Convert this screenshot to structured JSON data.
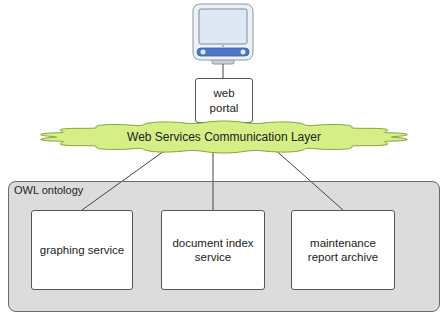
{
  "diagram": {
    "nodes": [
      {
        "text": [
          "web portal"
        ]
      },
      {
        "text": [
          "Web Services Communication Layer"
        ]
      },
      {
        "text": [
          "OWL ontology"
        ]
      },
      {
        "text": [
          "graphing service"
        ],
        "in": 2
      },
      {
        "text": [
          "document index service"
        ],
        "in": 2
      },
      {
        "text": [
          "maintenance report archive"
        ],
        "in": 2
      }
    ],
    "edges": [
      {
        "from": 0,
        "to": 3,
        "arrow": "none"
      },
      {
        "from": 0,
        "to": 4,
        "arrow": "none"
      },
      {
        "from": 0,
        "to": 5,
        "arrow": "none"
      }
    ]
  }
}
